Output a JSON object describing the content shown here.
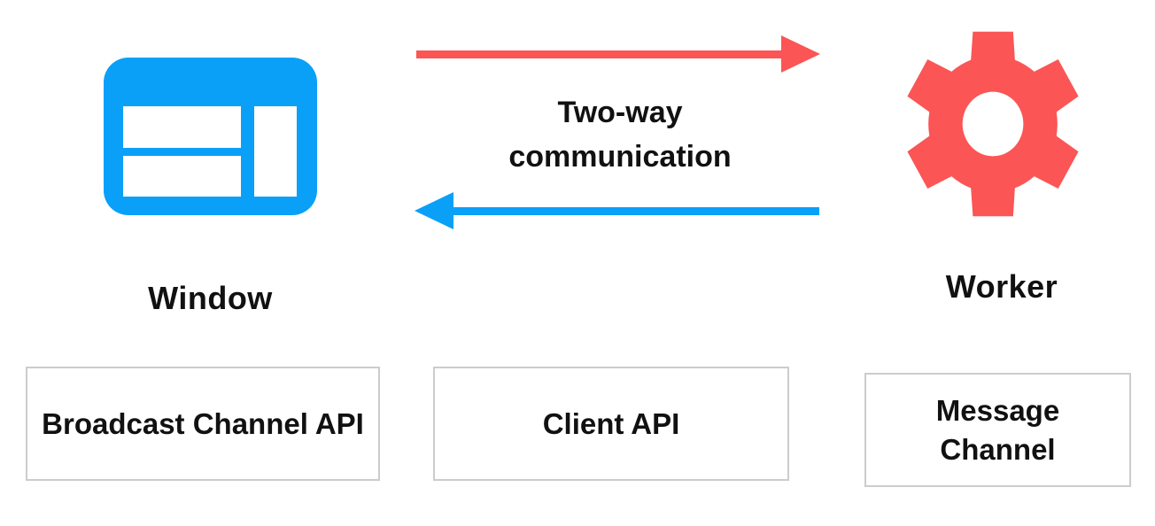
{
  "colors": {
    "blue": "#0AA0F8",
    "red": "#FB5555",
    "border": "#CCCCCC",
    "text": "#111111",
    "white": "#FFFFFF"
  },
  "nodes": {
    "window": {
      "label": "Window",
      "icon": "browser-window-icon"
    },
    "worker": {
      "label": "Worker",
      "icon": "gear-icon"
    }
  },
  "communication": {
    "label": "Two-way communication",
    "forward_arrow_icon": "arrow-right-icon",
    "backward_arrow_icon": "arrow-left-icon"
  },
  "channels": [
    {
      "label": "Broadcast Channel API"
    },
    {
      "label": "Client API"
    },
    {
      "label": "Message Channel"
    }
  ]
}
